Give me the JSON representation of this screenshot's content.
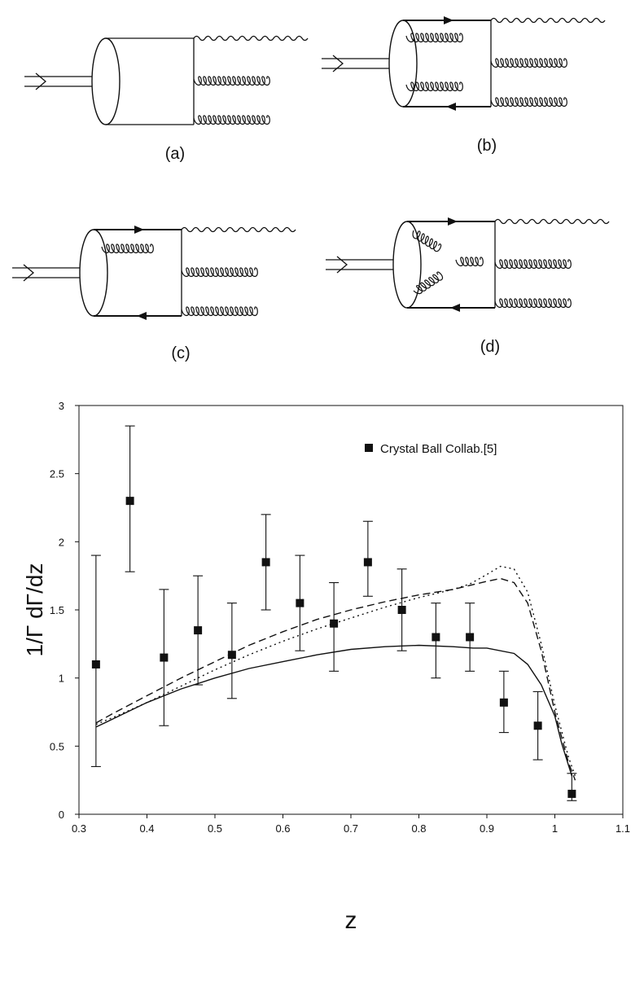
{
  "diagrams": [
    {
      "label": "(a)",
      "has_quark_box": false,
      "inner_gluons": "none",
      "outer_gluons": 2
    },
    {
      "label": "(b)",
      "has_quark_box": true,
      "inner_gluons": "two-parallel",
      "outer_gluons": 2
    },
    {
      "label": "(c)",
      "has_quark_box": true,
      "inner_gluons": "one",
      "outer_gluons": 2
    },
    {
      "label": "(d)",
      "has_quark_box": true,
      "inner_gluons": "three-gluon-vertex",
      "outer_gluons": 2
    }
  ],
  "chart_data": {
    "type": "line",
    "title": "",
    "xlabel": "z",
    "ylabel": "1/Γ dΓ/dz",
    "xlim": [
      0.3,
      1.1
    ],
    "ylim": [
      0,
      3
    ],
    "x_ticks": [
      "0.3",
      "0.4",
      "0.5",
      "0.6",
      "0.7",
      "0.8",
      "0.9",
      "1",
      "1.1"
    ],
    "y_ticks": [
      "0",
      "0.5",
      "1",
      "1.5",
      "2",
      "2.5",
      "3"
    ],
    "legend": {
      "placement": "top-right",
      "entries": [
        "Crystal Ball Collab.[5]"
      ]
    },
    "data_points": [
      {
        "x": 0.325,
        "y": 1.1,
        "ylow": 0.35,
        "yhigh": 1.9
      },
      {
        "x": 0.375,
        "y": 2.3,
        "ylow": 1.78,
        "yhigh": 2.85
      },
      {
        "x": 0.425,
        "y": 1.15,
        "ylow": 0.65,
        "yhigh": 1.65
      },
      {
        "x": 0.475,
        "y": 1.35,
        "ylow": 0.95,
        "yhigh": 1.75
      },
      {
        "x": 0.525,
        "y": 1.17,
        "ylow": 0.85,
        "yhigh": 1.55
      },
      {
        "x": 0.575,
        "y": 1.85,
        "ylow": 1.5,
        "yhigh": 2.2
      },
      {
        "x": 0.625,
        "y": 1.55,
        "ylow": 1.2,
        "yhigh": 1.9
      },
      {
        "x": 0.675,
        "y": 1.4,
        "ylow": 1.05,
        "yhigh": 1.7
      },
      {
        "x": 0.725,
        "y": 1.85,
        "ylow": 1.6,
        "yhigh": 2.15
      },
      {
        "x": 0.775,
        "y": 1.5,
        "ylow": 1.2,
        "yhigh": 1.8
      },
      {
        "x": 0.825,
        "y": 1.3,
        "ylow": 1.0,
        "yhigh": 1.55
      },
      {
        "x": 0.875,
        "y": 1.3,
        "ylow": 1.05,
        "yhigh": 1.55
      },
      {
        "x": 0.925,
        "y": 0.82,
        "ylow": 0.6,
        "yhigh": 1.05
      },
      {
        "x": 0.975,
        "y": 0.65,
        "ylow": 0.4,
        "yhigh": 0.9
      },
      {
        "x": 1.025,
        "y": 0.15,
        "ylow": 0.1,
        "yhigh": 0.3
      }
    ],
    "series": [
      {
        "style": "solid",
        "x": [
          0.325,
          0.35,
          0.4,
          0.45,
          0.5,
          0.55,
          0.6,
          0.65,
          0.7,
          0.75,
          0.8,
          0.85,
          0.88,
          0.9,
          0.94,
          0.96,
          0.98,
          1.0,
          1.01,
          1.025
        ],
        "values": [
          0.64,
          0.7,
          0.82,
          0.92,
          1.0,
          1.07,
          1.12,
          1.17,
          1.21,
          1.23,
          1.24,
          1.23,
          1.22,
          1.22,
          1.18,
          1.1,
          0.95,
          0.72,
          0.52,
          0.28
        ]
      },
      {
        "style": "dashed",
        "x": [
          0.325,
          0.35,
          0.4,
          0.45,
          0.5,
          0.55,
          0.6,
          0.65,
          0.7,
          0.75,
          0.8,
          0.85,
          0.875,
          0.9,
          0.92,
          0.94,
          0.96,
          0.98,
          1.0,
          1.02,
          1.03
        ],
        "values": [
          0.67,
          0.74,
          0.87,
          1.0,
          1.12,
          1.24,
          1.34,
          1.43,
          1.5,
          1.56,
          1.61,
          1.65,
          1.68,
          1.71,
          1.73,
          1.7,
          1.55,
          1.2,
          0.75,
          0.38,
          0.25
        ]
      },
      {
        "style": "dotted",
        "x": [
          0.325,
          0.35,
          0.4,
          0.45,
          0.5,
          0.55,
          0.6,
          0.65,
          0.7,
          0.75,
          0.8,
          0.85,
          0.875,
          0.9,
          0.92,
          0.94,
          0.96,
          0.98,
          1.0,
          1.02,
          1.03
        ],
        "values": [
          0.66,
          0.71,
          0.82,
          0.94,
          1.06,
          1.17,
          1.27,
          1.36,
          1.44,
          1.52,
          1.59,
          1.65,
          1.69,
          1.76,
          1.82,
          1.8,
          1.63,
          1.25,
          0.8,
          0.42,
          0.28
        ]
      }
    ]
  }
}
